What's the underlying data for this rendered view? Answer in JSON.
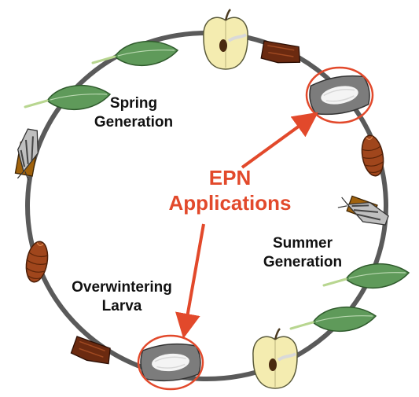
{
  "labels": {
    "spring_line1": "Spring",
    "spring_line2": "Generation",
    "summer_line1": "Summer",
    "summer_line2": "Generation",
    "overwinter_line1": "Overwintering",
    "overwinter_line2": "Larva",
    "epn_line1": "EPN",
    "epn_line2": "Applications"
  },
  "colors": {
    "cycle_ring": "#5a5a5a",
    "epn_accent": "#e2492b",
    "leaf_green": "#5f9a5a",
    "pupa_brown": "#a0461c",
    "apple_yellow": "#f4ecb0"
  },
  "icons": {
    "leaf": "leaf-icon",
    "apple": "apple-half-icon",
    "pupa": "pupa-icon",
    "moth": "moth-icon",
    "cocoon": "cocoon-icon",
    "bark": "bark-piece-icon"
  }
}
